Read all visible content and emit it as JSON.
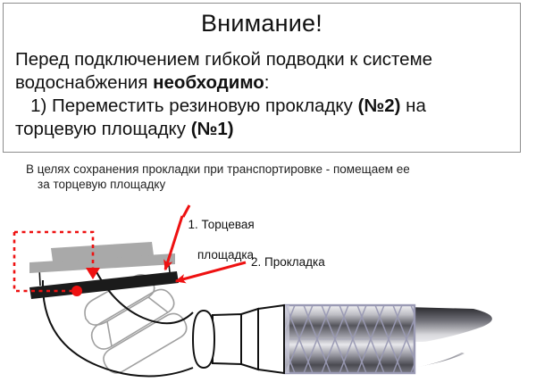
{
  "notice": {
    "title": "Внимание!",
    "line1_a": "Перед подключением гибкой подводки к системе",
    "line2_a": "водоснабжения ",
    "line2_b": "необходимо",
    "line2_c": ":",
    "line3_a": "   1) Переместить резиновую прокладку ",
    "line3_b": "(№2)",
    "line3_c": " на",
    "line4_a": "торцевую площадку ",
    "line4_b": "(№1)"
  },
  "caption": {
    "line1": "В целях сохранения прокладки при транспортировке - помещаем ее",
    "line2": "за торцевую площадку"
  },
  "callouts": {
    "item1_line1": "1. Торцевая",
    "item1_line2": "площадка",
    "item2": "2. Прокладка"
  },
  "colors": {
    "accent_red": "#ee1111",
    "box_border": "#8d8d8d",
    "flange_gray": "#a9a9a9",
    "gasket_black": "#1b1b1b",
    "braid_outline": "#9a9ab4",
    "ghost_gray": "#9a9a9a",
    "text": "#111111"
  },
  "figure": {
    "name": "flexible-water-hose-assembly",
    "parts": [
      "end-face-pad",
      "rubber-gasket",
      "elbow-fitting",
      "hex-nut-ghost",
      "ferrule",
      "braided-hose",
      "tapered-tip"
    ],
    "highlight_region": "dashed-red-rectangle"
  }
}
